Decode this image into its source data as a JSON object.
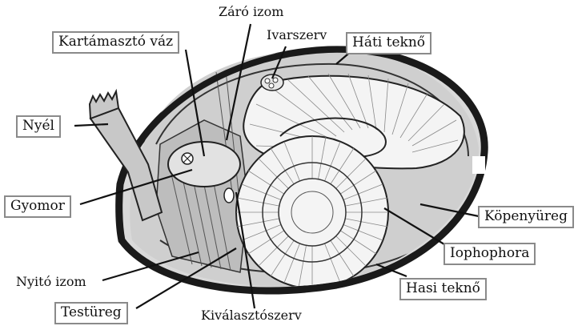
{
  "labels": {
    "zaro_izom": "Záró izom",
    "kartamaszto_vaz": "Kartámasztó váz",
    "ivarszerv": "Ivarszerv",
    "hati_tekno": "Háti teknő",
    "nyel": "Nyél",
    "gyomor": "Gyomor",
    "kopenyureg": "Köpenyüreg",
    "iophophora": "Iophophora",
    "hasi_tekno": "Hasi teknő",
    "nyito_izom": "Nyitó izom",
    "testureg": "Testüreg",
    "kivalasztoszerv": "Kiválasztószerv"
  }
}
